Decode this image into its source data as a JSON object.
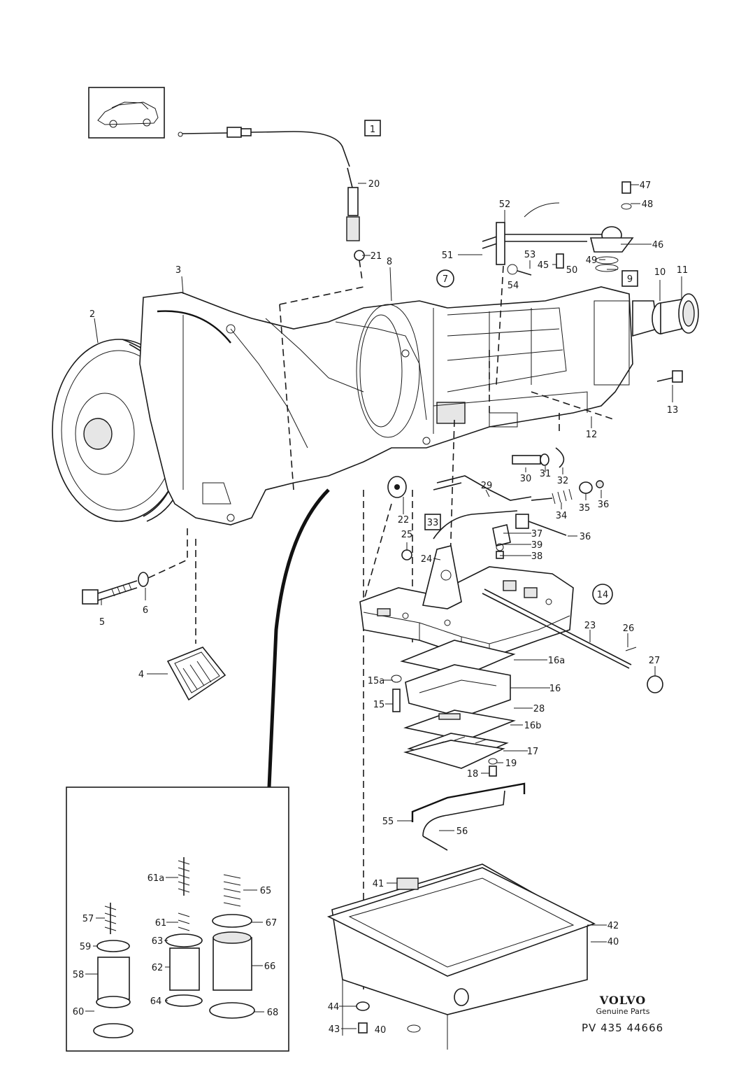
{
  "callouts": {
    "c1": "1",
    "c2": "2",
    "c3": "3",
    "c4": "4",
    "c5": "5",
    "c6": "6",
    "c7": "7",
    "c8": "8",
    "c9": "9",
    "c10": "10",
    "c11": "11",
    "c12": "12",
    "c13": "13",
    "c14": "14",
    "c15": "15",
    "c15a": "15a",
    "c16": "16",
    "c16a": "16a",
    "c16b": "16b",
    "c17": "17",
    "c18": "18",
    "c19": "19",
    "c20": "20",
    "c21": "21",
    "c22": "22",
    "c23": "23",
    "c24": "24",
    "c25": "25",
    "c26": "26",
    "c27": "27",
    "c28": "28",
    "c29": "29",
    "c30": "30",
    "c31": "31",
    "c32": "32",
    "c33": "33",
    "c34": "34",
    "c35": "35",
    "c36": "36",
    "c36b": "36",
    "c37": "37",
    "c38": "38",
    "c39": "39",
    "c40": "40",
    "c40b": "40",
    "c41": "41",
    "c42": "42",
    "c43": "43",
    "c44": "44",
    "c45": "45",
    "c46": "46",
    "c47": "47",
    "c48": "48",
    "c49": "49",
    "c50": "50",
    "c51": "51",
    "c52": "52",
    "c53": "53",
    "c54": "54",
    "c55": "55",
    "c56": "56",
    "c57": "57",
    "c58": "58",
    "c59": "59",
    "c60": "60",
    "c61": "61",
    "c61a": "61a",
    "c62": "62",
    "c63": "63",
    "c64": "64",
    "c65": "65",
    "c66": "66",
    "c67": "67",
    "c68": "68"
  },
  "brand": {
    "logo": "VOLVO",
    "subtitle": "Genuine Parts",
    "part_number": "PV 435 44666"
  }
}
